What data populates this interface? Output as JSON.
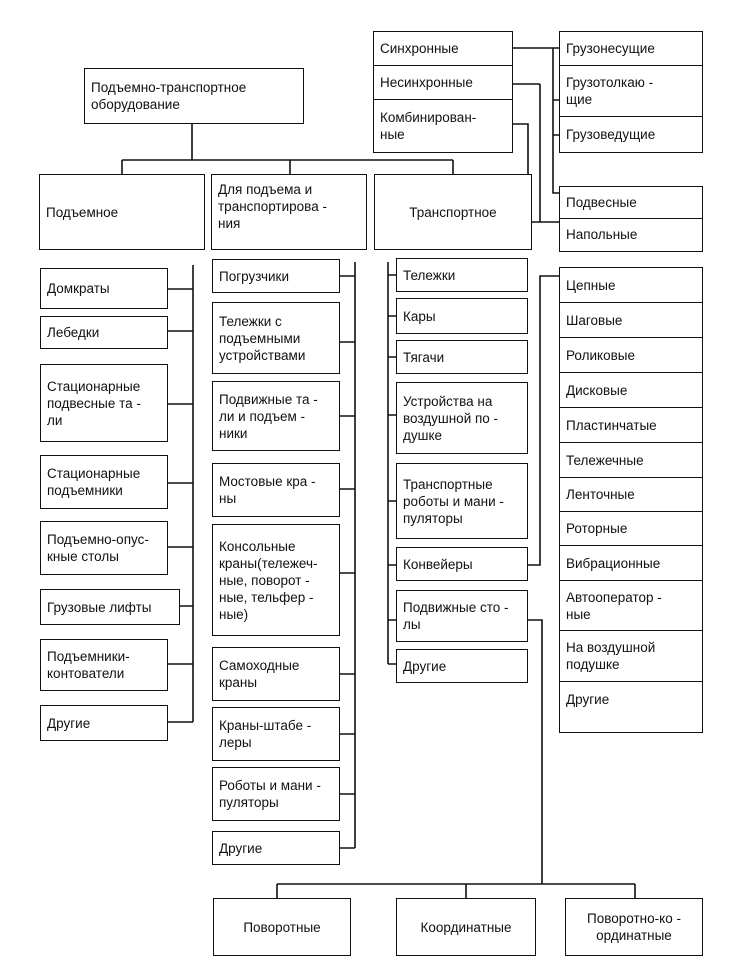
{
  "root": "Подъемно-транспортное\nоборудование",
  "drives": [
    "Синхронные",
    "Несинхронные",
    "Комбинирован-\nные"
  ],
  "load_types": [
    "Грузонесущие",
    "Грузотолкаю -\nщие",
    "Грузоведущие"
  ],
  "mount_types": [
    "Подвесные",
    "Напольные"
  ],
  "conveyor_types": [
    "Цепные",
    "Шаговые",
    "Роликовые",
    "Дисковые",
    "Пластинчатые",
    "Тележечные",
    "Ленточные",
    "Роторные",
    "Вибрационные",
    "Автооператор -\nные",
    "На воздушной\nподушке",
    "Другие"
  ],
  "categories": {
    "lifting": "Подъемное",
    "both": "Для подъема и\nтранспортирова -\nния",
    "transport": "Транспортное"
  },
  "lifting_items": [
    "Домкраты",
    "Лебедки",
    "Стационарные\nподвесные та -\nли",
    "Стационарные\nподъемники",
    "Подъемно-опус-\nкные столы",
    "Грузовые  лифты",
    "Подъемники-\nконтователи",
    "Другие"
  ],
  "both_items": [
    "Погрузчики",
    "Тележки с\nподъемными\nустройствами",
    "Подвижные та -\nли и подъем -\nники",
    "Мостовые кра -\nны",
    "Консольные\nкраны(тележеч-\nные, поворот -\nные, тельфер -\nные)",
    "Самоходные\nкраны",
    "Краны-штабе -\nлеры",
    "Роботы и мани -\nпуляторы",
    "Другие"
  ],
  "transport_items": [
    "Тележки",
    "Кары",
    "Тягачи",
    "Устройства на\nвоздушной по -\nдушке",
    "Транспортные\nроботы и мани -\nпуляторы",
    "Конвейеры",
    "Подвижные сто -\nлы",
    "Другие"
  ],
  "table_types": [
    "Поворотные",
    "Координатные",
    "Поворотно-ко -\nординатные"
  ]
}
